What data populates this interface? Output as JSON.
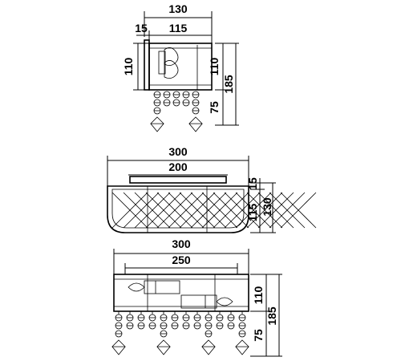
{
  "drawing": {
    "side_view": {
      "dim_top_width": "130",
      "dim_offset": "15",
      "dim_inner": "115",
      "dim_body_left": "110",
      "dim_body_right": "110",
      "dim_crystal_drop": "75",
      "dim_total_height": "185"
    },
    "top_view": {
      "dim_outer_width": "300",
      "dim_plate_width": "200",
      "dim_offset": "15",
      "dim_inner_depth": "115",
      "dim_total_depth": "130"
    },
    "front_view": {
      "dim_outer_width": "300",
      "dim_inner_width": "250",
      "dim_body_height": "110",
      "dim_crystal_drop": "75",
      "dim_total_height": "185"
    }
  }
}
